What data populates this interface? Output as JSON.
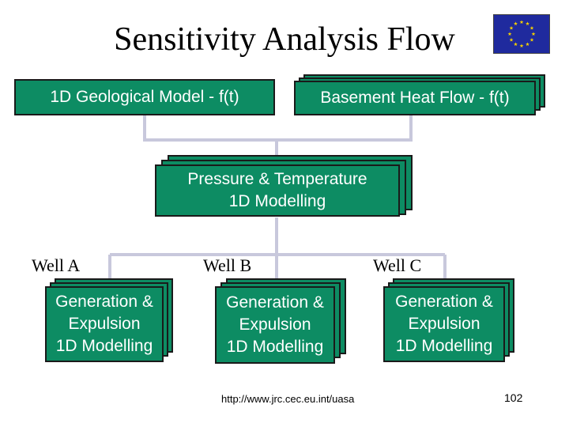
{
  "slide": {
    "title": "Sensitivity Analysis Flow",
    "page_number": "102",
    "footer_url": "http://www.jrc.cec.eu.int/uasa"
  },
  "boxes": {
    "geological_model": "1D Geological Model - f(t)",
    "heat_flow": "Basement Heat Flow - f(t)",
    "pressure_temperature": [
      "Pressure & Temperature",
      "1D Modelling"
    ],
    "generation_expulsion": [
      "Generation &",
      "Expulsion",
      "1D Modelling"
    ]
  },
  "wells": [
    "Well A",
    "Well B",
    "Well C"
  ],
  "colors": {
    "box_fill": "#0d8c63",
    "connector": "#c8c8dc",
    "flag_blue": "#1f2a9e",
    "flag_star": "#f5d000"
  },
  "icons": {
    "logo": "eu-flag-logo"
  }
}
